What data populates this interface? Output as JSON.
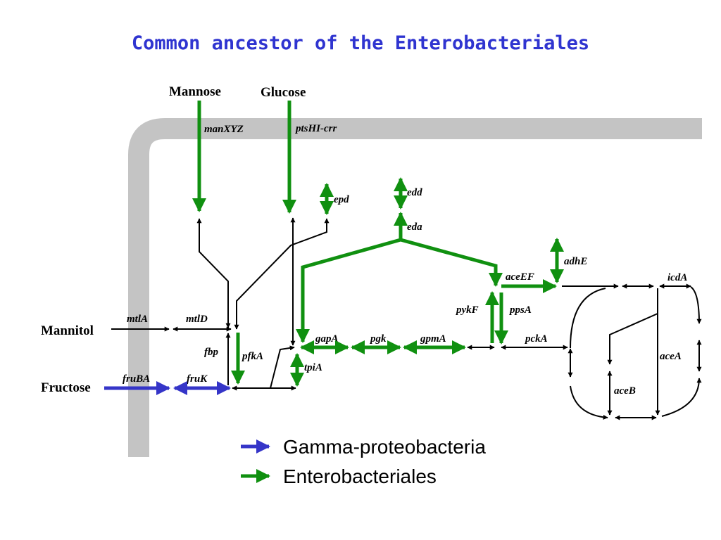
{
  "title": "Common ancestor of the Enterobacteriales",
  "metabolites": {
    "mannose": "Mannose",
    "glucose": "Glucose",
    "mannitol": "Mannitol",
    "fructose": "Fructose"
  },
  "genes": {
    "manXYZ": "manXYZ",
    "ptsHI_crr": "ptsHI-crr",
    "epd": "epd",
    "edd": "edd",
    "eda": "eda",
    "adhE": "adhE",
    "aceEF": "aceEF",
    "icdA": "icdA",
    "pykF": "pykF",
    "ppsA": "ppsA",
    "mtlA": "mtlA",
    "mtlD": "mtlD",
    "gapA": "gapA",
    "pgk": "pgk",
    "gpmA": "gpmA",
    "pckA": "pckA",
    "fbp": "fbp",
    "pfkA": "pfkA",
    "aceA": "aceA",
    "tpiA": "tpiA",
    "fruBA": "fruBA",
    "fruK": "fruK",
    "aceB": "aceB"
  },
  "legend": [
    {
      "label": "Gamma-proteobacteria",
      "color": "#3535c8"
    },
    {
      "label": "Enterobacteriales",
      "color": "#109010"
    }
  ],
  "colors": {
    "membrane": "#c4c4c4",
    "title": "#2f34d0",
    "gamma_proteobacteria": "#3535c8",
    "enterobacteriales": "#109010"
  }
}
